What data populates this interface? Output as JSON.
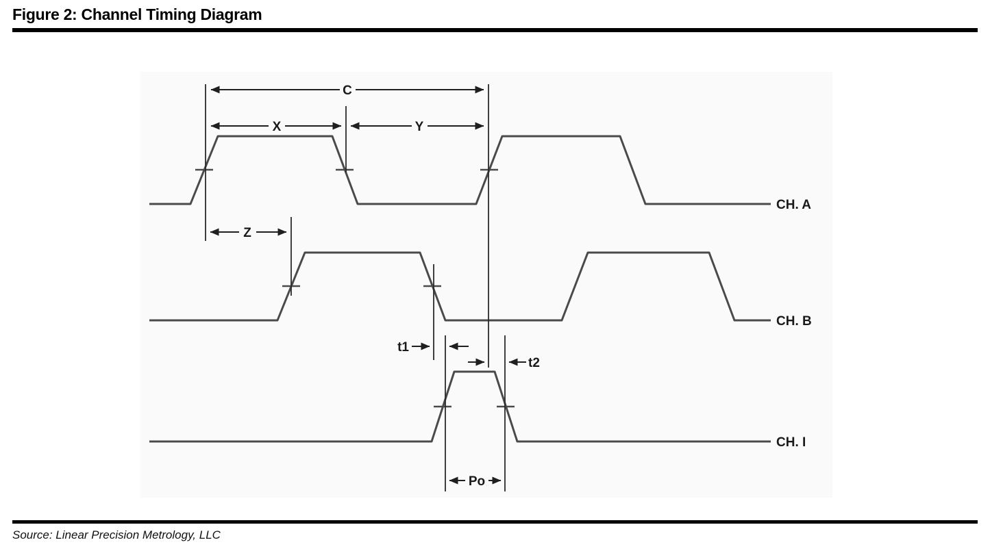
{
  "figure": {
    "title": "Figure 2: Channel Timing Diagram",
    "source": "Source: Linear Precision Metrology, LLC"
  },
  "diagram": {
    "channels": [
      {
        "label": "CH. A"
      },
      {
        "label": "CH. B"
      },
      {
        "label": "CH. I"
      }
    ],
    "labels": {
      "c": "C",
      "x": "X",
      "y": "Y",
      "z": "Z",
      "t1": "t1",
      "t2": "t2",
      "po": "Po"
    },
    "colors": {
      "waveform": "#4a4a4a",
      "annotation": "#1f1f1f",
      "panel_background": "#fafafa",
      "rule": "#000000"
    }
  }
}
